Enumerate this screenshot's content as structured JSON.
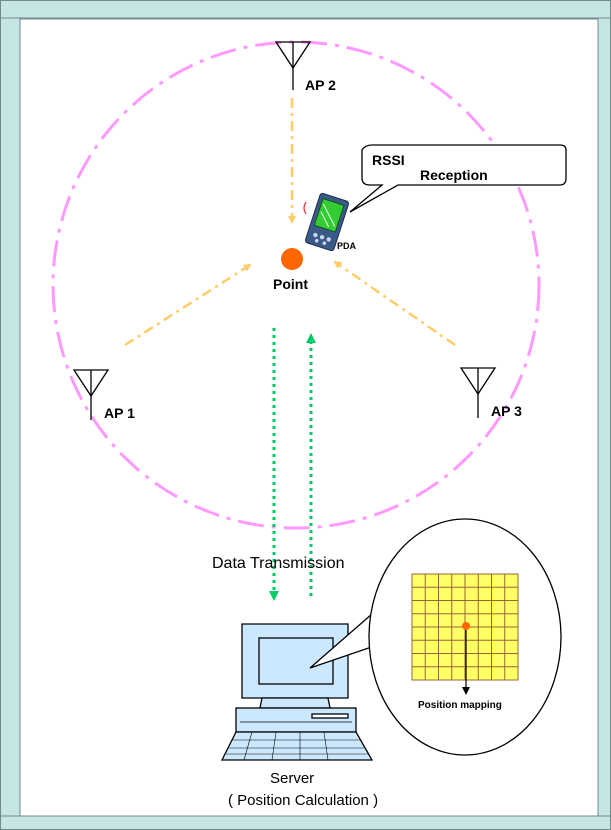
{
  "access_points": [
    {
      "label": "AP 1"
    },
    {
      "label": "AP 2"
    },
    {
      "label": "AP 3"
    }
  ],
  "device": {
    "label": "PDA"
  },
  "point": {
    "label": "Point"
  },
  "callout": {
    "line1": "RSSI",
    "line2": "Reception"
  },
  "transmission": {
    "label": "Data Transmission"
  },
  "server": {
    "line1": "Server",
    "line2": "( Position Calculation )"
  },
  "grid_callout": {
    "label": "Position mapping"
  },
  "colors": {
    "frame": "#6f8b8b",
    "border_fill": "#c6e6e6",
    "coverage_circle": "#ff99ff",
    "signal_arrow": "#ffcc66",
    "data_arrow": "#00cc66",
    "point": "#ff6600",
    "grid_fill": "#ffff66",
    "grid_line": "#996633",
    "screen_fill": "#cce8ff"
  }
}
